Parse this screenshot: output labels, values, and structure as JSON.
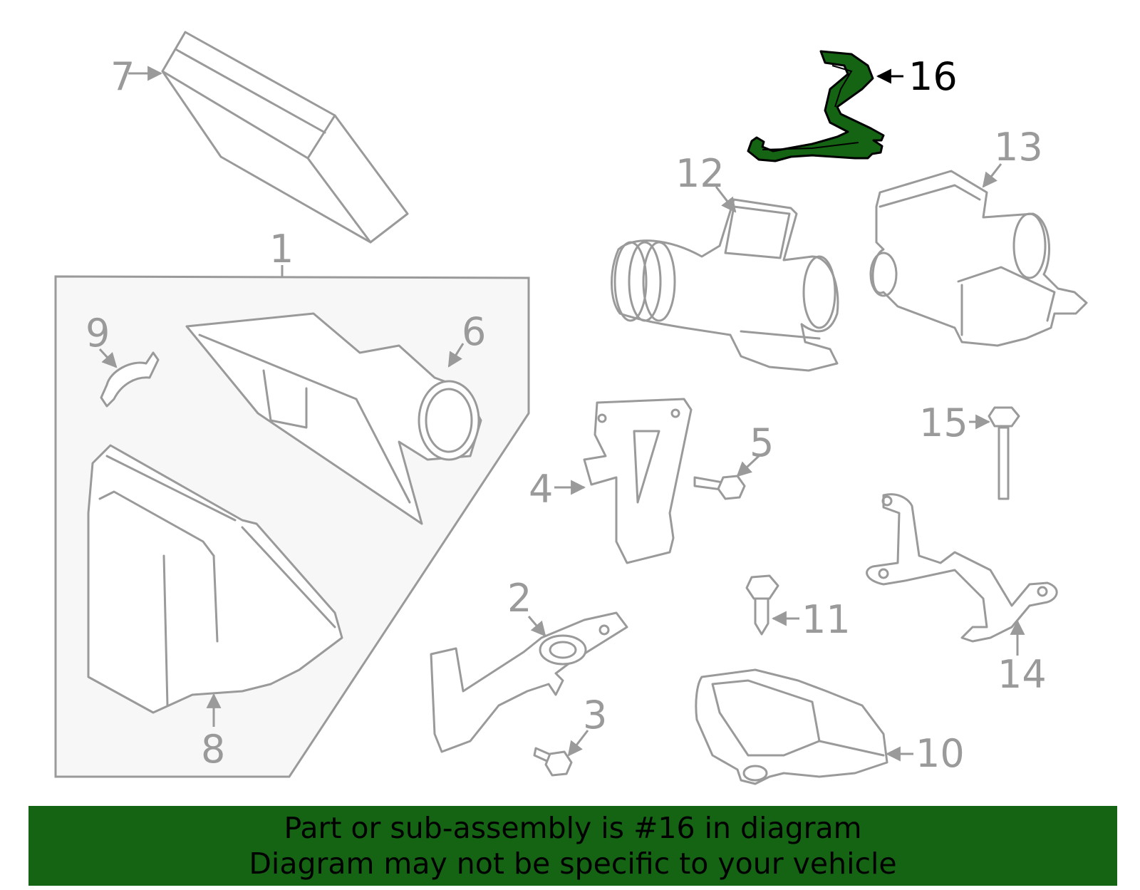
{
  "diagram": {
    "highlight_color": "#146414",
    "line_color": "#9a9a9a",
    "callouts": {
      "c1": "1",
      "c2": "2",
      "c3": "3",
      "c4": "4",
      "c5": "5",
      "c6": "6",
      "c7": "7",
      "c8": "8",
      "c9": "9",
      "c10": "10",
      "c11": "11",
      "c12": "12",
      "c13": "13",
      "c14": "14",
      "c15": "15",
      "c16": "16"
    }
  },
  "banner": {
    "line1": "Part or sub-assembly is #16 in diagram",
    "line2": "Diagram may not be specific to your vehicle",
    "background": "#146414"
  }
}
